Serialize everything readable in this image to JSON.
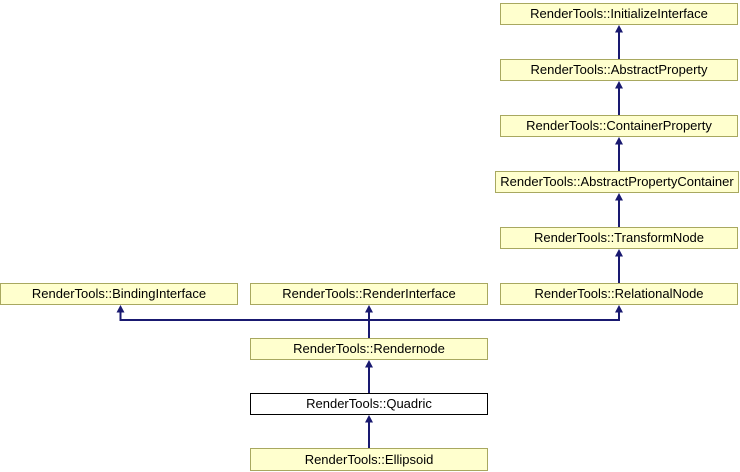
{
  "diagram": {
    "type": "class-inheritance-diagram",
    "nodes": [
      {
        "label": "RenderTools::InitializeInterface"
      },
      {
        "label": "RenderTools::AbstractProperty"
      },
      {
        "label": "RenderTools::ContainerProperty"
      },
      {
        "label": "RenderTools::AbstractPropertyContainer"
      },
      {
        "label": "RenderTools::TransformNode"
      },
      {
        "label": "RenderTools::RelationalNode"
      },
      {
        "label": "RenderTools::BindingInterface"
      },
      {
        "label": "RenderTools::RenderInterface"
      },
      {
        "label": "RenderTools::Rendernode"
      },
      {
        "label": "RenderTools::Quadric",
        "current": true
      },
      {
        "label": "RenderTools::Ellipsoid"
      }
    ],
    "edges": [
      {
        "from": "RenderTools::AbstractProperty",
        "to": "RenderTools::InitializeInterface"
      },
      {
        "from": "RenderTools::ContainerProperty",
        "to": "RenderTools::AbstractProperty"
      },
      {
        "from": "RenderTools::AbstractPropertyContainer",
        "to": "RenderTools::ContainerProperty"
      },
      {
        "from": "RenderTools::TransformNode",
        "to": "RenderTools::AbstractPropertyContainer"
      },
      {
        "from": "RenderTools::RelationalNode",
        "to": "RenderTools::TransformNode"
      },
      {
        "from": "RenderTools::Rendernode",
        "to": "RenderTools::BindingInterface"
      },
      {
        "from": "RenderTools::Rendernode",
        "to": "RenderTools::RenderInterface"
      },
      {
        "from": "RenderTools::Rendernode",
        "to": "RenderTools::RelationalNode"
      },
      {
        "from": "RenderTools::Quadric",
        "to": "RenderTools::Rendernode"
      },
      {
        "from": "RenderTools::Ellipsoid",
        "to": "RenderTools::Quadric"
      }
    ]
  },
  "colors": {
    "node_fill": "#FFFFCE",
    "node_border": "#A8A860",
    "current_fill": "#FFFFFF",
    "current_border": "#000000",
    "arrow": "#191970",
    "text": "#000000",
    "background": "#FFFFFF"
  }
}
